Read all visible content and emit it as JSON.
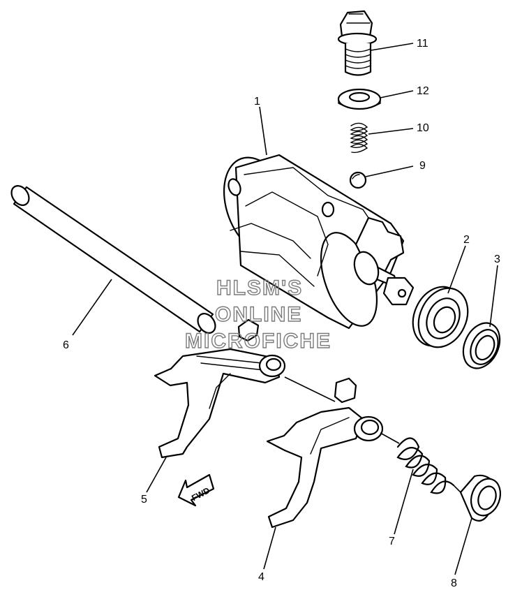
{
  "callouts": {
    "c1": "1",
    "c2": "2",
    "c3": "3",
    "c4": "4",
    "c5": "5",
    "c6": "6",
    "c7": "7",
    "c8": "8",
    "c9": "9",
    "c10": "10",
    "c11": "11",
    "c12": "12"
  },
  "direction_arrow": {
    "label": "FWD",
    "icon": "arrow-icon"
  },
  "watermark": {
    "line1": "HLSM'S",
    "line2": "ONLINE",
    "line3": "MICROFICHE"
  },
  "colors": {
    "line": "#000000",
    "watermark": "#7a7a7a",
    "background": "#ffffff"
  }
}
